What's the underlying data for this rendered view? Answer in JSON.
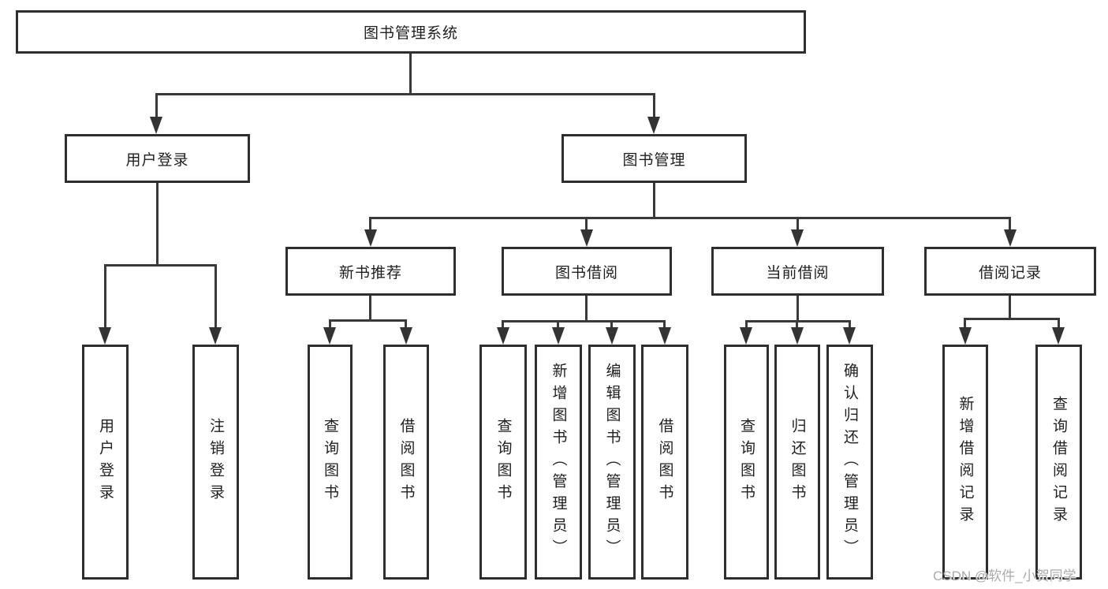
{
  "diagram": {
    "title": "图书管理系统",
    "root": {
      "label": "图书管理系统"
    },
    "level2": [
      {
        "label": "用户登录"
      },
      {
        "label": "图书管理"
      }
    ],
    "level3": [
      {
        "label": "新书推荐"
      },
      {
        "label": "图书借阅"
      },
      {
        "label": "当前借阅"
      },
      {
        "label": "借阅记录"
      }
    ],
    "leaves": [
      {
        "label": "用户登录"
      },
      {
        "label": "注销登录"
      },
      {
        "label": "查询图书"
      },
      {
        "label": "借阅图书"
      },
      {
        "label": "查询图书"
      },
      {
        "label": "新增图书（管理员）"
      },
      {
        "label": "编辑图书（管理员）"
      },
      {
        "label": "借阅图书"
      },
      {
        "label": "查询图书"
      },
      {
        "label": "归还图书"
      },
      {
        "label": "确认归还（管理员）"
      },
      {
        "label": "新增借阅记录"
      },
      {
        "label": "查询借阅记录"
      }
    ]
  },
  "watermark": {
    "text": "CSDN @软件_小贺同学"
  },
  "colors": {
    "line": "#3a3a3a",
    "border": "#2e2e2e",
    "text": "#1f1f1f",
    "watermark": "#ababab"
  }
}
